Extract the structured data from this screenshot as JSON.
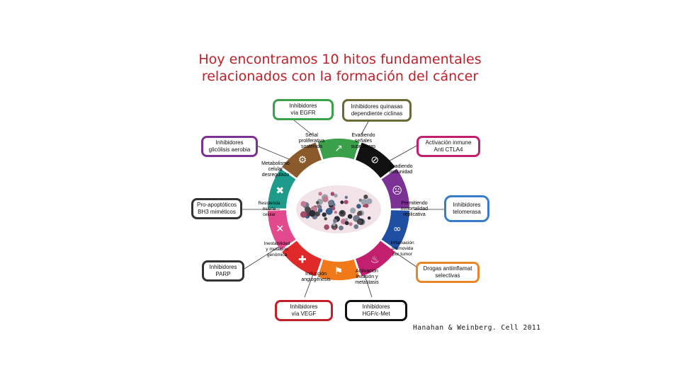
{
  "title": {
    "line1": "Hoy encontramos 10 hitos fundamentales",
    "line2": "relacionados con la formación del cáncer"
  },
  "citation": "Hanahan & Weinberg. Cell 2011",
  "colors": {
    "title": "#c0202a",
    "segments": [
      "#3aa04a",
      "#111111",
      "#7b3294",
      "#1f4fa3",
      "#c21f6e",
      "#f07a1a",
      "#e02a2a",
      "#e34a8e",
      "#1e9b8a",
      "#8b5a2b"
    ]
  },
  "therapies": {
    "egfr": {
      "l1": "Inhibidores",
      "l2": "vía EGFR"
    },
    "cdk": {
      "l1": "Inhibidores quinasas",
      "l2": "dependiente ciclinas"
    },
    "glycolysis": {
      "l1": "Inhibidores",
      "l2": "glicólisis aerobia"
    },
    "immune": {
      "l1": "Activación inmune",
      "l2": "Anti CTLA4"
    },
    "bh3": {
      "l1": "Pro-apoptóticos",
      "l2": "BH3 miméticos"
    },
    "telomerase": {
      "l1": "Inhibidores",
      "l2": "telomerasa"
    },
    "parp": {
      "l1": "Inhibidores",
      "l2": "PARP"
    },
    "antiinflam": {
      "l1": "Drogas antiinflamat",
      "l2": "selectivas"
    },
    "vegf": {
      "l1": "Inhibidores",
      "l2": "vía VEGF"
    },
    "hgf": {
      "l1": "Inhibidores",
      "l2": "HGF/c-Met"
    }
  },
  "hallmarks": {
    "proliferative": {
      "l1": "Señal",
      "l2": "proliferativa",
      "l3": "sostenida"
    },
    "suppressors": {
      "l1": "Evadiendo",
      "l2": "señales",
      "l3": "supresoras"
    },
    "metabolism": {
      "l1": "Metabolismo",
      "l2": "celular",
      "l3": "desregulado"
    },
    "immunity": {
      "l1": "Evadiendo",
      "l2": "inmunidad"
    },
    "death": {
      "l1": "Resistencia",
      "l2": "muerte",
      "l3": "celular"
    },
    "immortality": {
      "l1": "Permitiendo",
      "l2": "inmortalidad",
      "l3": "replicativa"
    },
    "genomic": {
      "l1": "Inestabilidad",
      "l2": "y mutación",
      "l3": "genómica"
    },
    "inflammation": {
      "l1": "Inflamación",
      "l2": "promovida",
      "l3": "por tumor"
    },
    "angiogenesis": {
      "l1": "Inducción",
      "l2": "angiogénesis"
    },
    "invasion": {
      "l1": "Activación",
      "l2": "invasión y",
      "l3": "metástasis"
    }
  }
}
